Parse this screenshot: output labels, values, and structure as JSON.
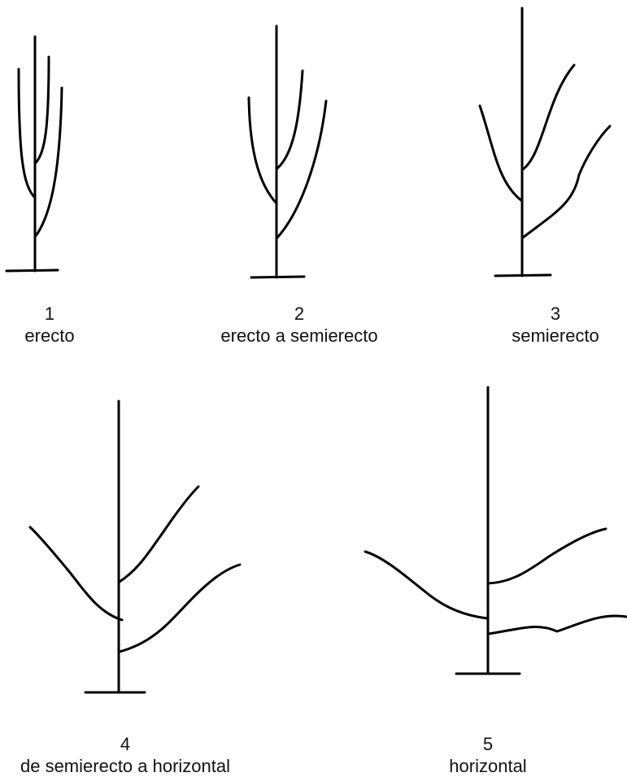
{
  "forms": [
    {
      "number": "1",
      "label": "erecto"
    },
    {
      "number": "2",
      "label": "erecto a semierecto"
    },
    {
      "number": "3",
      "label": "semierecto"
    },
    {
      "number": "4",
      "label": "de semierecto a horizontal"
    },
    {
      "number": "5",
      "label": "horizontal"
    }
  ],
  "colors": {
    "line": "#000000",
    "text": "#111111",
    "background": "#ffffff"
  }
}
